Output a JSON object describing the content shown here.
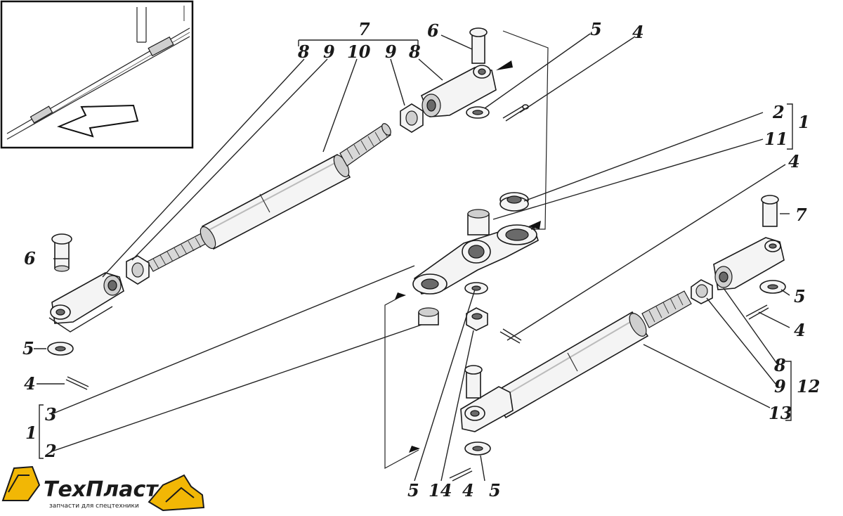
{
  "diagram": {
    "labels": {
      "n1": "1",
      "n2": "2",
      "n3": "3",
      "n4": "4",
      "n5": "5",
      "n6": "6",
      "n7": "7",
      "n8": "8",
      "n9": "9",
      "n10": "10",
      "n11": "11",
      "n12": "12",
      "n13": "13",
      "n14": "14"
    }
  },
  "brand": {
    "name": "ТехПласт",
    "tagline": "запчасти для спецтехники",
    "colors": {
      "accent": "#f2b705",
      "dark": "#1a1a1a"
    }
  }
}
